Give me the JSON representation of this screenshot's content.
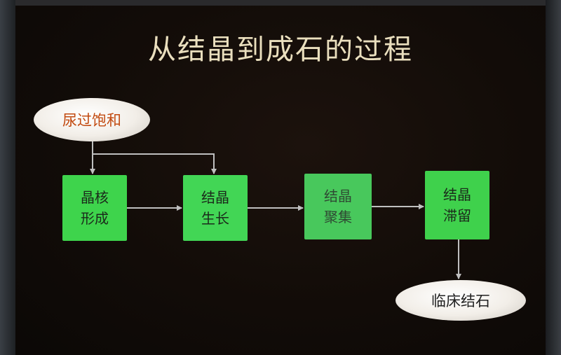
{
  "title": "从结晶到成石的过程",
  "nodes": {
    "start": "尿过饱和",
    "step1": "晶核形成",
    "step2": "结晶生长",
    "step3": "结晶聚集",
    "step4": "结晶滞留",
    "end": "临床结石"
  },
  "colors": {
    "background": "#120c08",
    "box_green": "#3ed44c",
    "start_text": "#c24a10",
    "title_text": "#eadfbe"
  }
}
